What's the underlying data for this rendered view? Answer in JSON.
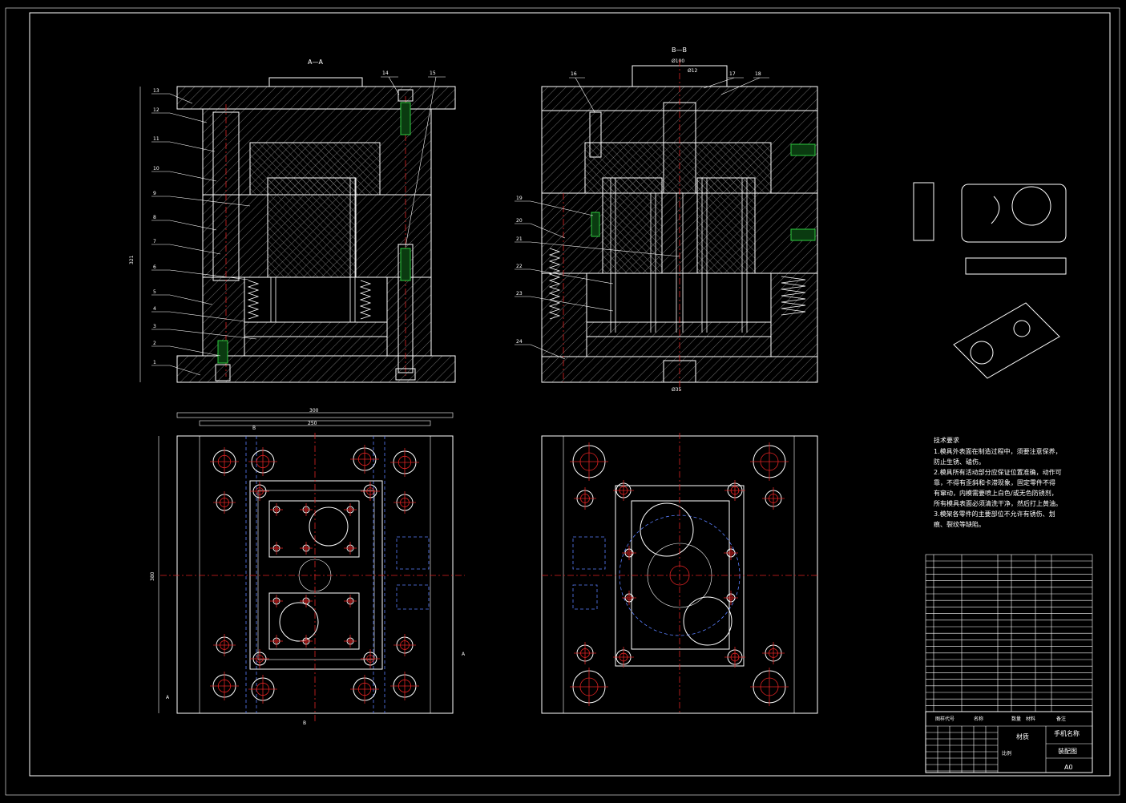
{
  "section_titles": {
    "aa": "A—A",
    "bb": "B—B"
  },
  "part_numbers_left": [
    "13",
    "12",
    "11",
    "10",
    "9",
    "8",
    "7",
    "6",
    "5",
    "4",
    "3",
    "2",
    "1"
  ],
  "part_numbers_top_left": [
    "14",
    "15"
  ],
  "part_numbers_right": [
    "19",
    "20",
    "21",
    "22",
    "23",
    "24"
  ],
  "part_numbers_top_right": [
    "16",
    "17",
    "18"
  ],
  "dimensions": {
    "height_aa": "321",
    "top_width": "300",
    "inner_width": "250",
    "plan_height": "380",
    "dia_top_bb": "Ø100",
    "dia_bottom_bb": "Ø35",
    "dia_small_bb": "Ø12"
  },
  "view_labels": {
    "a": "A",
    "b": "B"
  },
  "tech_requirements": {
    "title": "技术要求",
    "lines": [
      "1.模具外表面在制造过程中，须要注意保养，",
      "防止生锈、磕伤。",
      "2.模具所有活动部分应保证位置准确，动作可",
      "靠，不得有歪斜和卡滞现象，固定零件不得",
      "有窜动，内模需要喷上白色/或无色防锈剂，",
      "所有模具表面必须清洗干净，然后打上黄油。",
      "3.模架各零件的主要部位不允许有锈伤、划",
      "痕、裂纹等缺陷。"
    ]
  },
  "title_block": {
    "material_label": "材质",
    "name_label": "手机名称",
    "drawing_label": "装配图",
    "scale_label": "比例",
    "sheet": "A0",
    "code_col": "图样代号",
    "name_col": "名称",
    "qty_col": "数量",
    "mat_col": "材料",
    "remark_col": "备注"
  },
  "colors": {
    "background": "#000000",
    "line": "#ffffff",
    "center": "#dd2222",
    "hidden": "#5a7fff",
    "screw": "#2ecc40"
  }
}
